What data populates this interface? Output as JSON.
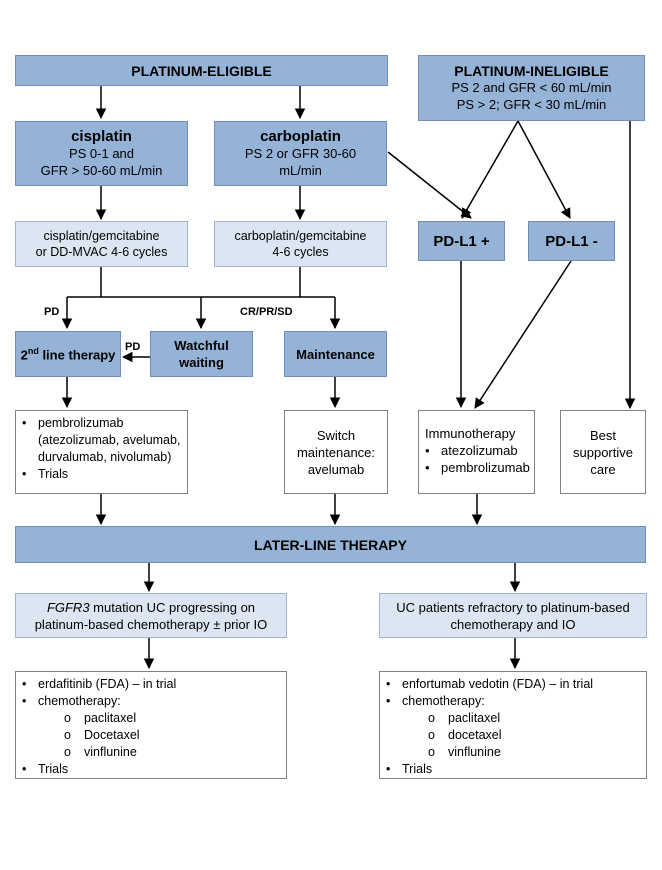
{
  "platinum_eligible": "PLATINUM-ELIGIBLE",
  "platinum_ineligible": {
    "title": "PLATINUM-INELIGIBLE",
    "line1": "PS 2 and GFR < 60 mL/min",
    "line2": "PS > 2; GFR < 30 mL/min"
  },
  "cisplatin": {
    "title": "cisplatin",
    "line1": "PS 0-1 and",
    "line2": "GFR > 50-60 mL/min"
  },
  "carboplatin": {
    "title": "carboplatin",
    "line1": "PS 2 or GFR 30-60",
    "line2": "mL/min"
  },
  "cis_regimen": {
    "line1": "cisplatin/gemcitabine",
    "line2": "or DD-MVAC 4-6 cycles"
  },
  "carbo_regimen": {
    "line1": "carboplatin/gemcitabine",
    "line2": "4-6 cycles"
  },
  "pdl1_pos": "PD-L1 +",
  "pdl1_neg": "PD-L1 -",
  "labels": {
    "pd_left": "PD",
    "cr_pr_sd": "CR/PR/SD",
    "pd_watch": "PD"
  },
  "second_line": {
    "prefix": "2",
    "sup": "nd",
    "suffix": " line therapy"
  },
  "watchful": {
    "line1": "Watchful",
    "line2": "waiting"
  },
  "maintenance": "Maintenance",
  "second_line_list": {
    "item1": "pembrolizumab",
    "item1_cont1": "(atezolizumab, avelumab,",
    "item1_cont2": "durvalumab, nivolumab)",
    "item2": "Trials"
  },
  "switch_maint": {
    "line1": "Switch",
    "line2": "maintenance:",
    "line3": "avelumab"
  },
  "immunotherapy": {
    "title": "Immunotherapy",
    "item1": "atezolizumab",
    "item2": "pembrolizumab"
  },
  "best_care": {
    "line1": "Best",
    "line2": "supportive",
    "line3": "care"
  },
  "later_line": "LATER-LINE THERAPY",
  "fgfr3": {
    "gene": "FGFR3",
    "line1_rest": " mutation UC progressing on",
    "line2": "platinum-based  chemotherapy ± prior IO"
  },
  "refractory": {
    "line1": "UC patients refractory to platinum-based",
    "line2": "chemotherapy and IO"
  },
  "left_list": {
    "item1": "erdafitinib (FDA) – in trial",
    "item2": "chemotherapy:",
    "sub1": "paclitaxel",
    "sub2": "Docetaxel",
    "sub3": "vinflunine",
    "item3": "Trials"
  },
  "right_list": {
    "item1": "enfortumab vedotin (FDA) – in trial",
    "item2": "chemotherapy:",
    "sub1": "paclitaxel",
    "sub2": "docetaxel",
    "sub3": "vinflunine",
    "item3": "Trials"
  },
  "symbols": {
    "bullet": "•",
    "sub_bullet": "o"
  }
}
